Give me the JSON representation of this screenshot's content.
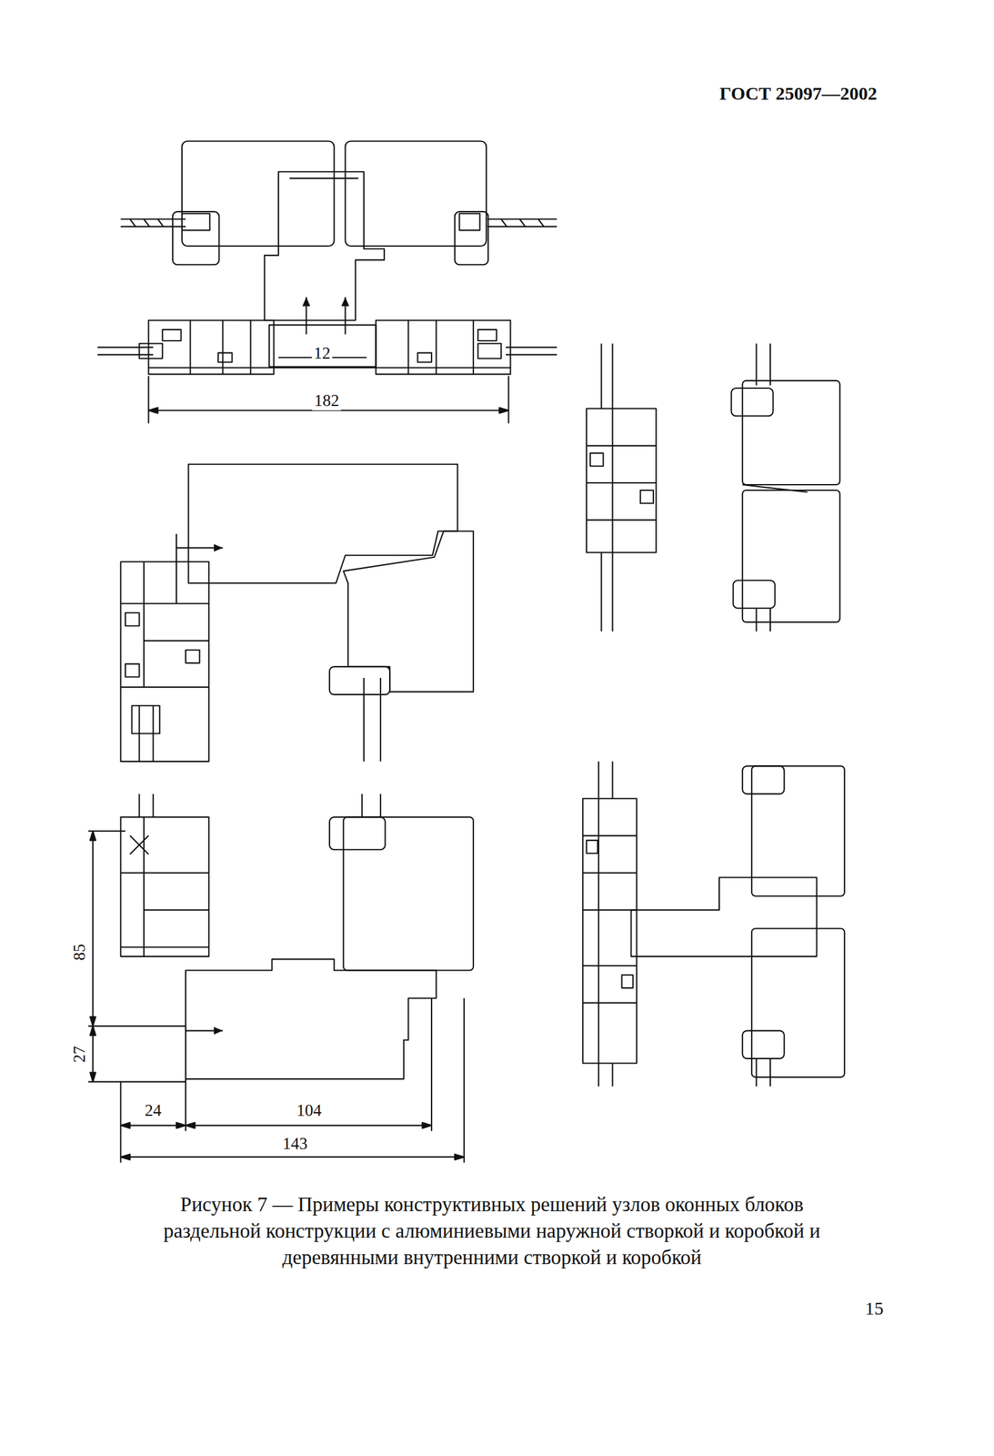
{
  "diagram": {
    "caption": "Рисунок 7 — Примеры конструктивных решений узлов оконных блоков раздельной конструкции с алюминиевыми наружной створкой и коробкой и деревянными внутренними створкой и коробкой",
    "labels": [
      "ГОСТ 25097—2002",
      "12",
      "182",
      "85",
      "27",
      "24",
      "104",
      "143",
      "15"
    ]
  }
}
